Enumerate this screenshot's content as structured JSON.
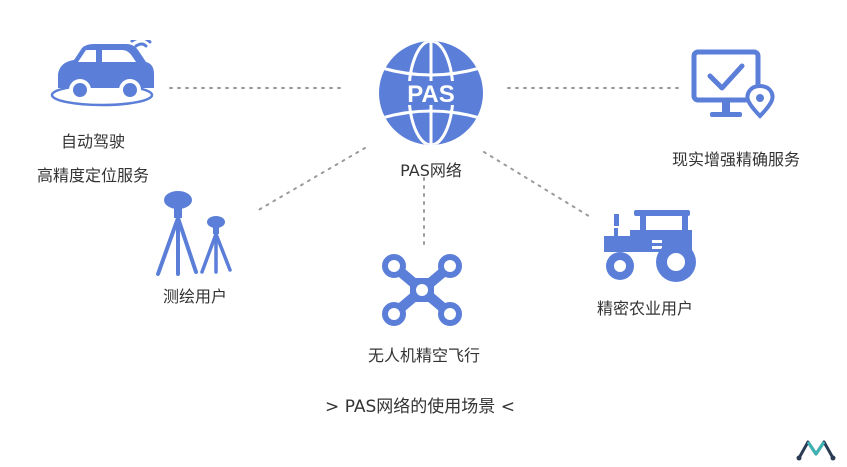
{
  "colors": {
    "accent": "#5b7fd8",
    "dotted": "#9a9a9a",
    "text": "#333333",
    "logo_dark": "#2b3a55",
    "logo_teal": "#3db4b4"
  },
  "center": {
    "icon": "globe-pas-icon",
    "badge": "PAS",
    "label": "PAS网络"
  },
  "nodes": {
    "autonomous": {
      "icon": "car-icon",
      "label_line1": "自动驾驶",
      "label_line2": "高精度定位服务"
    },
    "ar": {
      "icon": "monitor-check-location-icon",
      "label": "现实增强精确服务"
    },
    "survey": {
      "icon": "survey-tripod-icon",
      "label": "测绘用户"
    },
    "drone": {
      "icon": "drone-icon",
      "label": "无人机精空飞行"
    },
    "agri": {
      "icon": "tractor-icon",
      "label": "精密农业用户"
    }
  },
  "footer": {
    "caption": "> PAS网络的使用场景 <"
  },
  "brand": {
    "icon": "brand-logo-icon"
  }
}
